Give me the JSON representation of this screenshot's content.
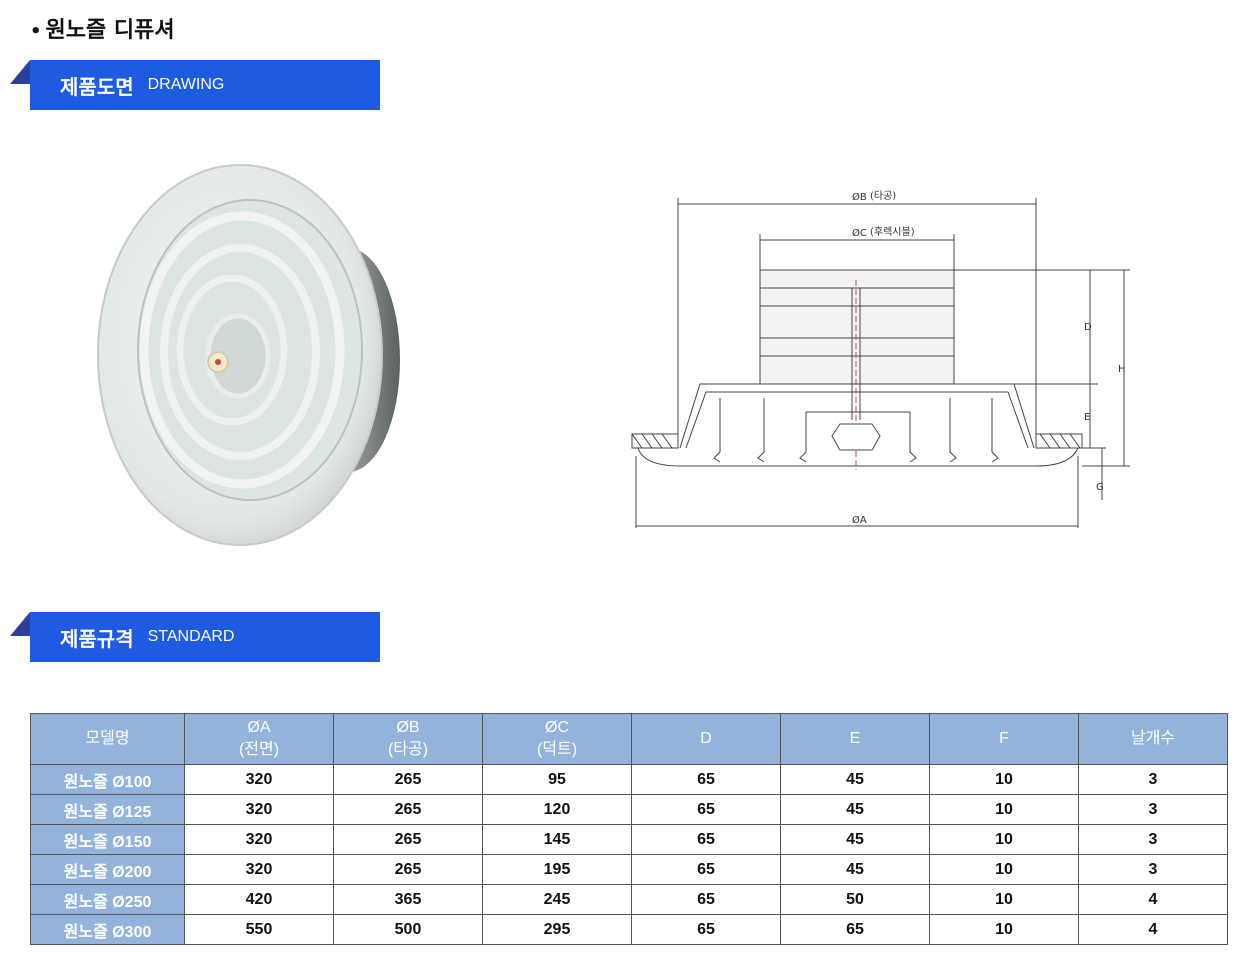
{
  "page": {
    "title": "원노즐 디퓨셔",
    "bullet": "•"
  },
  "sections": {
    "drawing": {
      "ko": "제품도면",
      "en": "DRAWING"
    },
    "standard": {
      "ko": "제품규격",
      "en": "STANDARD"
    }
  },
  "drawing_labels": {
    "b": "ØB",
    "b_note": "(타공)",
    "c": "ØC",
    "c_note": "(후렉시블)",
    "a": "ØA",
    "d": "D",
    "e": "E",
    "h": "H",
    "g": "G"
  },
  "table": {
    "headers": [
      {
        "line1": "모델명",
        "line2": ""
      },
      {
        "line1": "ØA",
        "line2": "(전면)"
      },
      {
        "line1": "ØB",
        "line2": "(타공)"
      },
      {
        "line1": "ØC",
        "line2": "(덕트)"
      },
      {
        "line1": "D",
        "line2": ""
      },
      {
        "line1": "E",
        "line2": ""
      },
      {
        "line1": "F",
        "line2": ""
      },
      {
        "line1": "날개수",
        "line2": ""
      }
    ],
    "rows": [
      [
        "원노즐 Ø100",
        "320",
        "265",
        "95",
        "65",
        "45",
        "10",
        "3"
      ],
      [
        "원노즐 Ø125",
        "320",
        "265",
        "120",
        "65",
        "45",
        "10",
        "3"
      ],
      [
        "원노즐 Ø150",
        "320",
        "265",
        "145",
        "65",
        "45",
        "10",
        "3"
      ],
      [
        "원노즐 Ø200",
        "320",
        "265",
        "195",
        "65",
        "45",
        "10",
        "3"
      ],
      [
        "원노즐 Ø250",
        "420",
        "365",
        "245",
        "65",
        "50",
        "10",
        "4"
      ],
      [
        "원노즐 Ø300",
        "550",
        "500",
        "295",
        "65",
        "65",
        "10",
        "4"
      ]
    ]
  },
  "colors": {
    "accent": "#1e5be0",
    "table_header": "#93b3db"
  }
}
